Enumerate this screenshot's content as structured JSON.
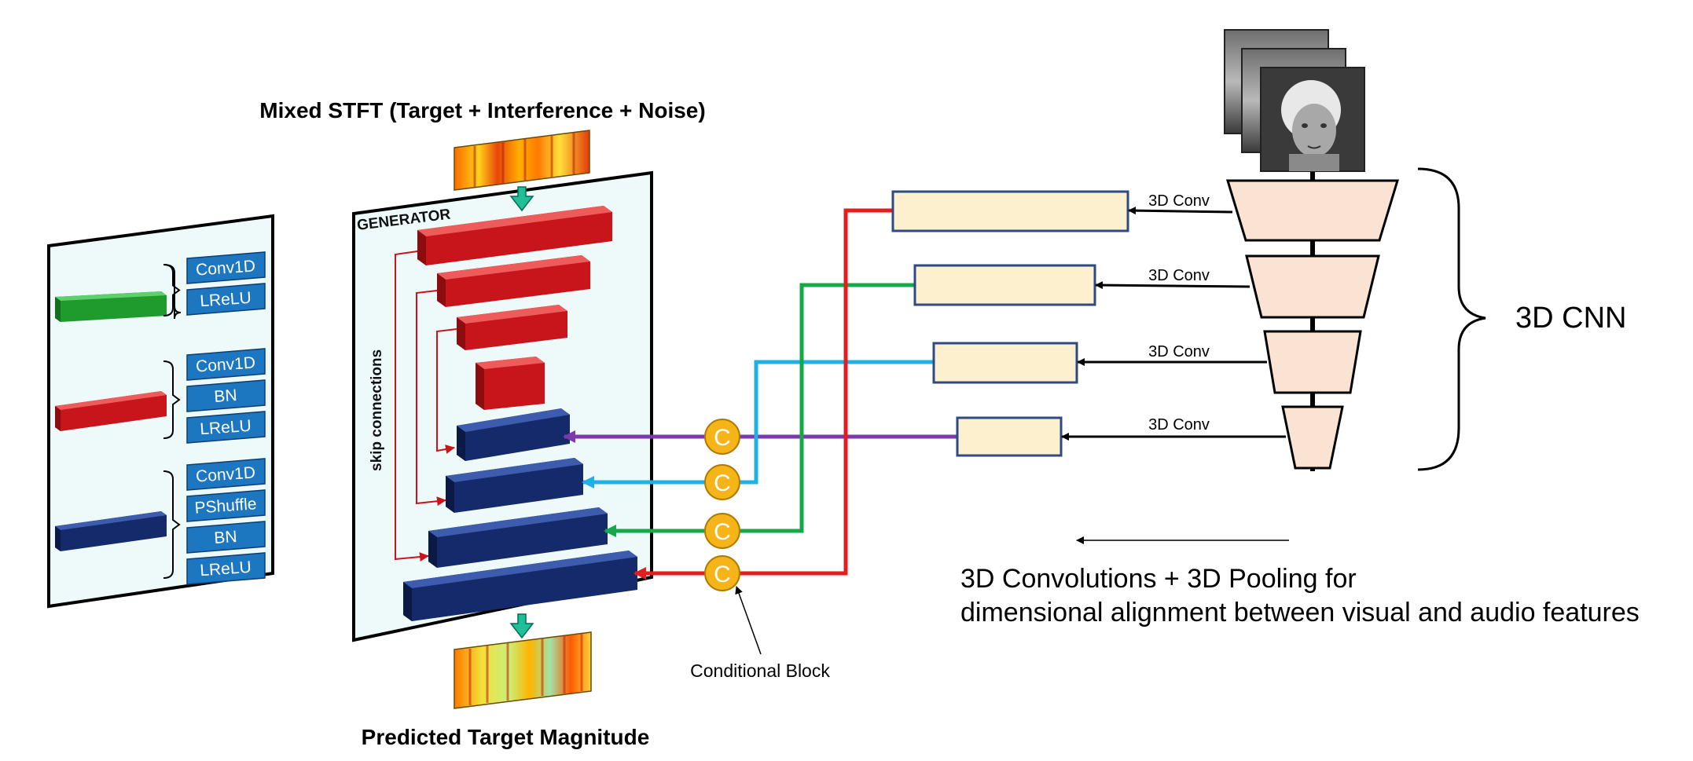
{
  "title_top": "Mixed STFT (Target + Interference + Noise)",
  "title_bottom": "Predicted Target Magnitude",
  "generator_label": "GENERATOR",
  "skip_label": "skip connections",
  "legend": {
    "green_layers": [
      "Conv1D",
      "LReLU"
    ],
    "red_layers": [
      "Conv1D",
      "BN",
      "LReLU"
    ],
    "blue_layers": [
      "Conv1D",
      "PShuffle",
      "BN",
      "LReLU"
    ]
  },
  "conv_labels": [
    "3D Conv",
    "3D Conv",
    "3D Conv",
    "3D Conv"
  ],
  "c_symbol": "C",
  "conditional_block": "Conditional Block",
  "cnn_label": "3D CNN",
  "description_line1": "3D Convolutions + 3D Pooling for",
  "description_line2": "dimensional alignment between visual and audio features",
  "colors": {
    "encoder_red": "#c8141b",
    "decoder_blue": "#142a6a",
    "legend_green": "#1f9a2c",
    "layer_box": "#1d76c0",
    "panel_fill": "#eefafa",
    "feature_box": "#fdf0cf",
    "cnn_block": "#fbe3d4",
    "c_circle": "#f5b417",
    "line_red": "#e41e1e",
    "line_green": "#14a84b",
    "line_cyan": "#1fb0e6",
    "line_purple": "#7a3aa8"
  }
}
